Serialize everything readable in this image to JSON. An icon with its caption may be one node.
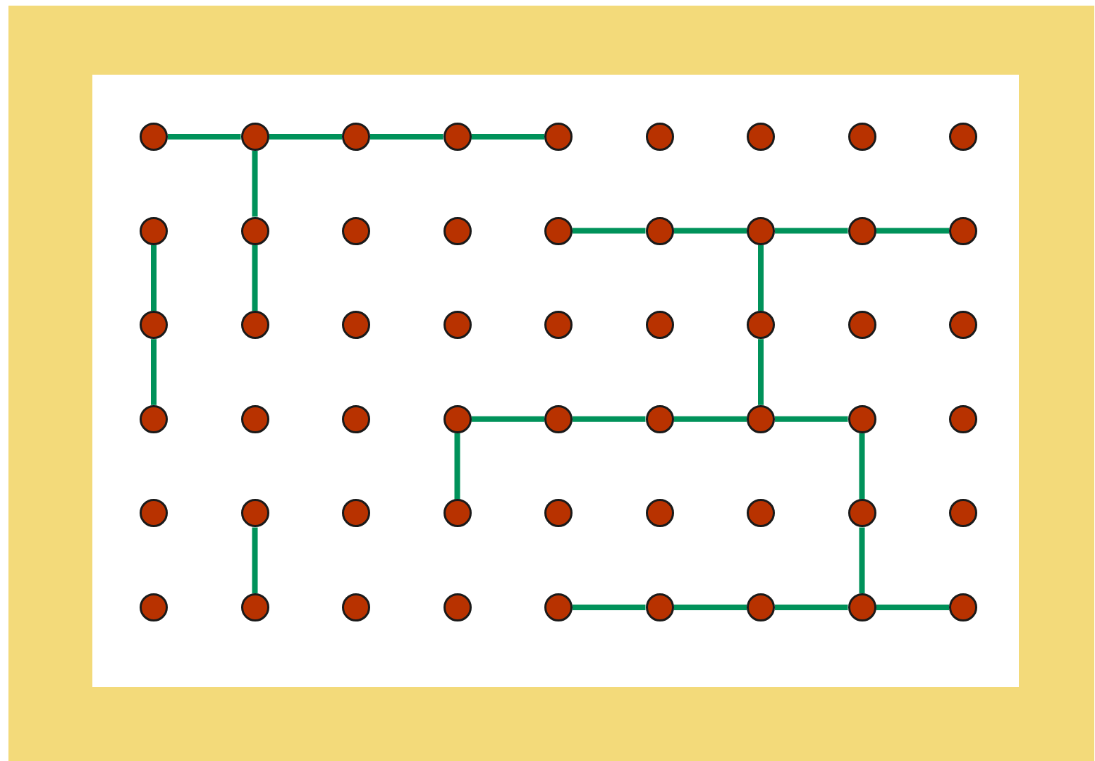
{
  "diagram": {
    "nodes": [
      {
        "text": [],
        "shape": "circle"
      },
      {
        "text": [],
        "shape": "circle"
      },
      {
        "text": [],
        "shape": "circle"
      },
      {
        "text": [],
        "shape": "circle"
      },
      {
        "text": [],
        "shape": "circle"
      },
      {
        "text": [],
        "shape": "circle"
      },
      {
        "text": [],
        "shape": "circle"
      },
      {
        "text": [],
        "shape": "circle"
      },
      {
        "text": [],
        "shape": "circle"
      },
      {
        "text": [],
        "shape": "circle"
      },
      {
        "text": [],
        "shape": "circle"
      },
      {
        "text": [],
        "shape": "circle"
      },
      {
        "text": [],
        "shape": "circle"
      },
      {
        "text": [],
        "shape": "circle"
      },
      {
        "text": [],
        "shape": "circle"
      },
      {
        "text": [],
        "shape": "circle"
      },
      {
        "text": [],
        "shape": "circle"
      },
      {
        "text": [],
        "shape": "circle"
      },
      {
        "text": [],
        "shape": "circle"
      },
      {
        "text": [],
        "shape": "circle"
      },
      {
        "text": [],
        "shape": "circle"
      },
      {
        "text": [],
        "shape": "circle"
      },
      {
        "text": [],
        "shape": "circle"
      },
      {
        "text": [],
        "shape": "circle"
      },
      {
        "text": [],
        "shape": "circle"
      },
      {
        "text": [],
        "shape": "circle"
      },
      {
        "text": [],
        "shape": "circle"
      },
      {
        "text": [],
        "shape": "circle"
      },
      {
        "text": [],
        "shape": "circle"
      },
      {
        "text": [],
        "shape": "circle"
      },
      {
        "text": [],
        "shape": "circle"
      },
      {
        "text": [],
        "shape": "circle"
      },
      {
        "text": [],
        "shape": "circle"
      },
      {
        "text": [],
        "shape": "circle"
      },
      {
        "text": [],
        "shape": "circle"
      },
      {
        "text": [],
        "shape": "circle"
      },
      {
        "text": [],
        "shape": "circle"
      },
      {
        "text": [],
        "shape": "circle"
      },
      {
        "text": [],
        "shape": "circle"
      },
      {
        "text": [],
        "shape": "circle"
      },
      {
        "text": [],
        "shape": "circle"
      },
      {
        "text": [],
        "shape": "circle"
      },
      {
        "text": [],
        "shape": "circle"
      },
      {
        "text": [],
        "shape": "circle"
      },
      {
        "text": [],
        "shape": "circle"
      },
      {
        "text": [],
        "shape": "circle"
      },
      {
        "text": [],
        "shape": "circle"
      },
      {
        "text": [],
        "shape": "circle"
      },
      {
        "text": [],
        "shape": "circle"
      },
      {
        "text": [],
        "shape": "circle"
      },
      {
        "text": [],
        "shape": "circle"
      },
      {
        "text": [],
        "shape": "circle"
      },
      {
        "text": [],
        "shape": "circle"
      },
      {
        "text": [],
        "shape": "circle"
      }
    ],
    "edges": [
      {
        "from": 0,
        "to": 1,
        "arrow": "none"
      },
      {
        "from": 1,
        "to": 2,
        "arrow": "none"
      },
      {
        "from": 2,
        "to": 3,
        "arrow": "none"
      },
      {
        "from": 3,
        "to": 4,
        "arrow": "none"
      },
      {
        "from": 1,
        "to": 10,
        "arrow": "none"
      },
      {
        "from": 10,
        "to": 19,
        "arrow": "none"
      },
      {
        "from": 9,
        "to": 18,
        "arrow": "none"
      },
      {
        "from": 18,
        "to": 27,
        "arrow": "none"
      },
      {
        "from": 13,
        "to": 14,
        "arrow": "none"
      },
      {
        "from": 14,
        "to": 15,
        "arrow": "none"
      },
      {
        "from": 15,
        "to": 16,
        "arrow": "none"
      },
      {
        "from": 16,
        "to": 17,
        "arrow": "none"
      },
      {
        "from": 15,
        "to": 24,
        "arrow": "none"
      },
      {
        "from": 24,
        "to": 33,
        "arrow": "none"
      },
      {
        "from": 30,
        "to": 31,
        "arrow": "none"
      },
      {
        "from": 31,
        "to": 32,
        "arrow": "none"
      },
      {
        "from": 32,
        "to": 33,
        "arrow": "none"
      },
      {
        "from": 33,
        "to": 34,
        "arrow": "none"
      },
      {
        "from": 30,
        "to": 39,
        "arrow": "none"
      },
      {
        "from": 34,
        "to": 43,
        "arrow": "none"
      },
      {
        "from": 43,
        "to": 52,
        "arrow": "none"
      },
      {
        "from": 37,
        "to": 46,
        "arrow": "none"
      },
      {
        "from": 49,
        "to": 50,
        "arrow": "none"
      },
      {
        "from": 50,
        "to": 51,
        "arrow": "none"
      },
      {
        "from": 51,
        "to": 52,
        "arrow": "none"
      },
      {
        "from": 52,
        "to": 53,
        "arrow": "none"
      }
    ]
  }
}
